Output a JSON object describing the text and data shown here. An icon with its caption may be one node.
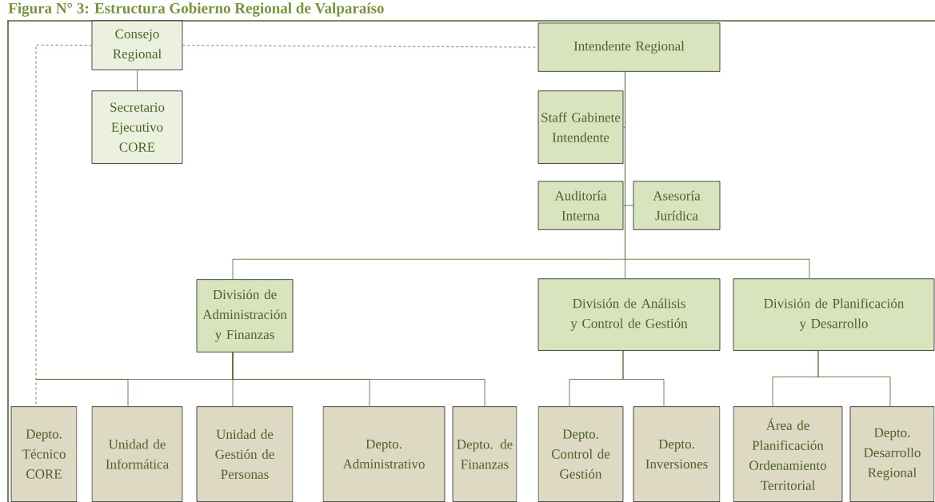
{
  "diagram": {
    "title": "Figura N° 3: Estructura Gobierno Regional de Valparaíso",
    "nodes": [
      {
        "text": [
          "Consejo Regional"
        ]
      },
      {
        "text": [
          "Secretario Ejecutivo CORE"
        ]
      },
      {
        "text": [
          "Intendente Regional"
        ]
      },
      {
        "text": [
          "Staff Gabinete Intendente"
        ]
      },
      {
        "text": [
          "Auditoría Interna"
        ]
      },
      {
        "text": [
          "Asesoría Jurídica"
        ]
      },
      {
        "text": [
          "División de Administración y Finanzas"
        ]
      },
      {
        "text": [
          "División de Análisis y Control de Gestión"
        ]
      },
      {
        "text": [
          "División de Planificación y Desarrollo"
        ]
      },
      {
        "text": [
          "Depto. Técnico CORE"
        ]
      },
      {
        "text": [
          "Unidad de Informática"
        ]
      },
      {
        "text": [
          "Unidad de Gestión de Personas"
        ]
      },
      {
        "text": [
          "Depto. Administrativo"
        ]
      },
      {
        "text": [
          "Depto. de Finanzas"
        ]
      },
      {
        "text": [
          "Depto. Control de Gestión"
        ]
      },
      {
        "text": [
          "Depto. Inversiones"
        ]
      },
      {
        "text": [
          "Área de Planificación Ordenamiento Territorial"
        ]
      },
      {
        "text": [
          "Depto. Desarrollo Regional"
        ]
      }
    ],
    "edges": [
      {
        "from": 0,
        "to": 1,
        "arrow": "none"
      },
      {
        "from": 0,
        "to": 2,
        "arrow": "none",
        "style": "dashed"
      },
      {
        "from": 0,
        "to": 9,
        "arrow": "none",
        "style": "dashed"
      },
      {
        "from": 2,
        "to": 3,
        "arrow": "none"
      },
      {
        "from": 2,
        "to": 4,
        "arrow": "none"
      },
      {
        "from": 2,
        "to": 5,
        "arrow": "none"
      },
      {
        "from": 2,
        "to": 6,
        "arrow": "none"
      },
      {
        "from": 2,
        "to": 7,
        "arrow": "none"
      },
      {
        "from": 2,
        "to": 8,
        "arrow": "none"
      },
      {
        "from": 6,
        "to": 10,
        "arrow": "none"
      },
      {
        "from": 6,
        "to": 11,
        "arrow": "none"
      },
      {
        "from": 6,
        "to": 12,
        "arrow": "none"
      },
      {
        "from": 6,
        "to": 13,
        "arrow": "none"
      },
      {
        "from": 7,
        "to": 14,
        "arrow": "none"
      },
      {
        "from": 7,
        "to": 15,
        "arrow": "none"
      },
      {
        "from": 8,
        "to": 16,
        "arrow": "none"
      },
      {
        "from": 8,
        "to": 17,
        "arrow": "none"
      }
    ]
  }
}
